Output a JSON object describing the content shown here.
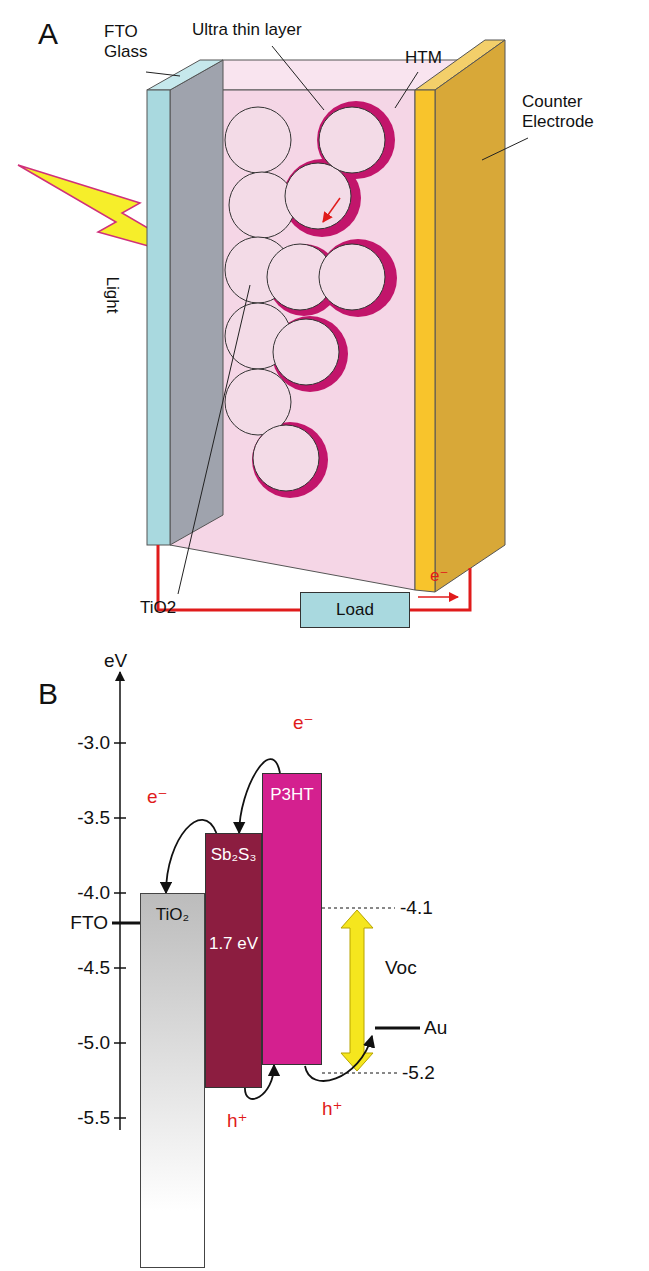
{
  "diagram": {
    "nodes": [
      {
        "text": [
          "Load"
        ]
      },
      {
        "text": [
          "TiO₂"
        ]
      },
      {
        "text": [
          "Sb₂S₃",
          "1.7 eV"
        ]
      },
      {
        "text": [
          "P3HT"
        ]
      }
    ],
    "edges": [
      {
        "from": 3,
        "to": 2,
        "arrow": "to",
        "label": "e⁻"
      },
      {
        "from": 2,
        "to": 1,
        "arrow": "to",
        "label": "e⁻"
      },
      {
        "from": 2,
        "to": 3,
        "arrow": "to",
        "label": "h⁺"
      }
    ],
    "labels": [
      "A",
      "FTO Glass",
      "Ultra thin layer",
      "HTM",
      "Counter Electrode",
      "Light",
      "TiO2",
      "e⁻",
      "B",
      "eV",
      "-3.0",
      "-3.5",
      "-4.0",
      "FTO",
      "-4.5",
      "-5.0",
      "-5.5",
      "-4.1",
      "Voc",
      "Au",
      "-5.2",
      "h⁺"
    ]
  }
}
